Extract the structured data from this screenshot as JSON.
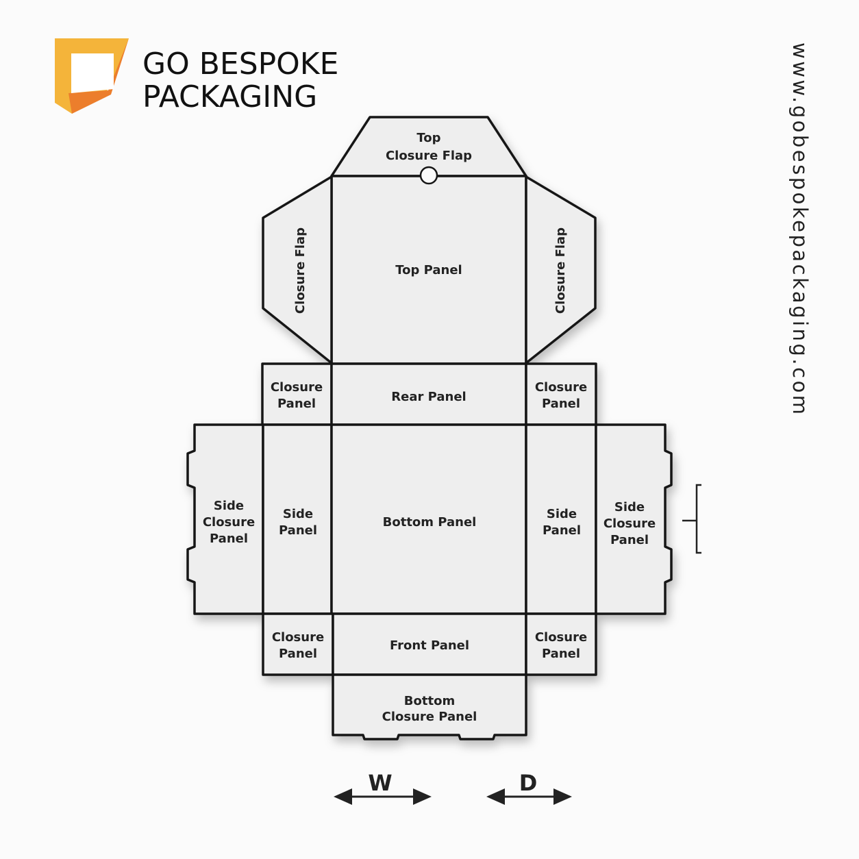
{
  "brand": {
    "line1": "GO BESPOKE",
    "line2": "PACKAGING",
    "colors": {
      "yellow": "#f4b43a",
      "orange": "#ec7e2c"
    }
  },
  "website": "www.gobespokepackaging.com",
  "panels": {
    "top_closure_flap": [
      "Top",
      "Closure Flap"
    ],
    "top_panel": "Top Panel",
    "left_closure_flap": "Closure Flap",
    "right_closure_flap": "Closure Flap",
    "rear_left_closure": [
      "Closure",
      "Panel"
    ],
    "rear_panel": "Rear Panel",
    "rear_right_closure": [
      "Closure",
      "Panel"
    ],
    "left_side_closure": [
      "Side",
      "Closure",
      "Panel"
    ],
    "left_side_panel": [
      "Side",
      "Panel"
    ],
    "bottom_panel": "Bottom Panel",
    "right_side_panel": [
      "Side",
      "Panel"
    ],
    "right_side_closure": [
      "Side",
      "Closure",
      "Panel"
    ],
    "front_left_closure": [
      "Closure",
      "Panel"
    ],
    "front_panel": "Front Panel",
    "front_right_closure": [
      "Closure",
      "Panel"
    ],
    "bottom_closure": [
      "Bottom",
      "Closure Panel"
    ]
  },
  "dimensions": {
    "width_label": "W",
    "depth_label": "D"
  }
}
